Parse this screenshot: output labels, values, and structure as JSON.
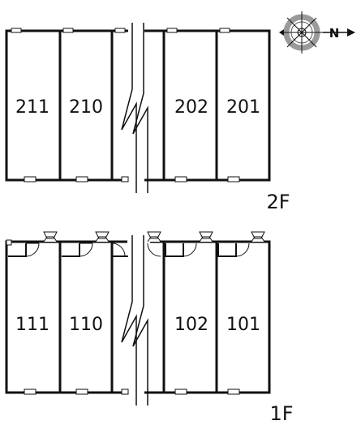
{
  "floors": [
    {
      "label": "2F",
      "rooms": [
        "211",
        "210",
        "202",
        "201"
      ]
    },
    {
      "label": "1F",
      "rooms": [
        "111",
        "110",
        "102",
        "101"
      ]
    }
  ],
  "compass": {
    "north_label": "N"
  },
  "colors": {
    "wall": "#111111",
    "background": "#ffffff",
    "compass_ring": "#999999"
  }
}
